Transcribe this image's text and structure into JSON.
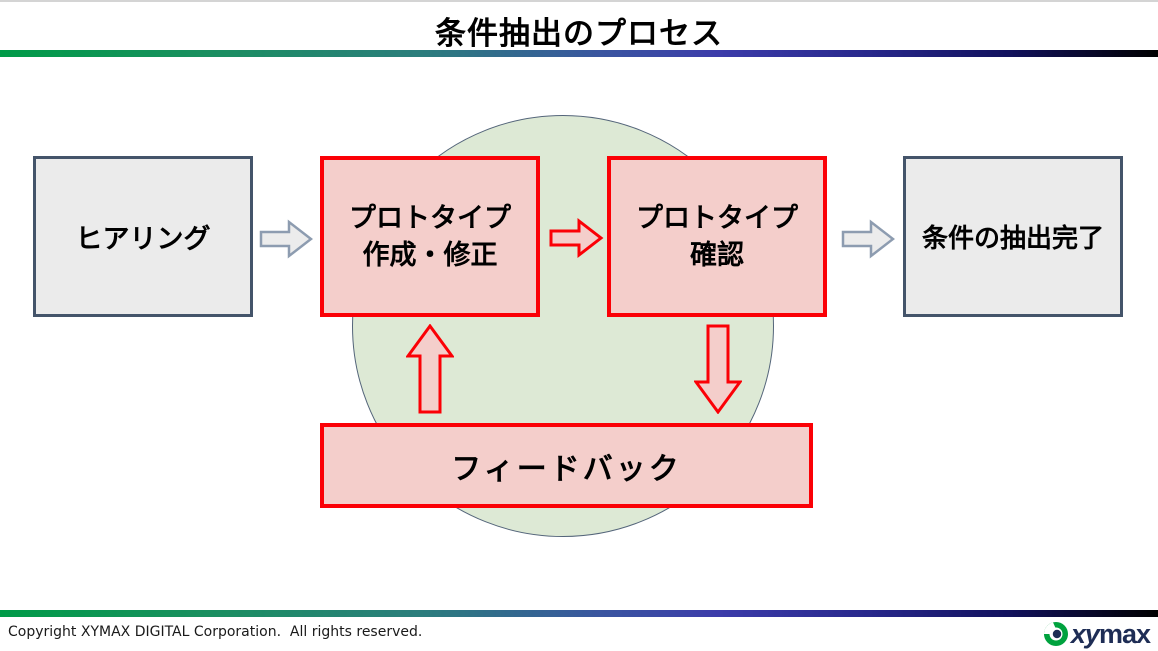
{
  "slide": {
    "title": "条件抽出のプロセス",
    "process": {
      "steps": [
        {
          "label": "ヒアリング",
          "style": "neutral"
        },
        {
          "line1": "プロトタイプ",
          "line2": "作成・修正",
          "style": "highlight"
        },
        {
          "line1": "プロトタイプ",
          "line2": "確認",
          "style": "highlight"
        },
        {
          "label": "条件の抽出完了",
          "style": "neutral"
        }
      ],
      "feedback_label": "フィードバック"
    },
    "footer": {
      "copyright": "Copyright XYMAX DIGITAL Corporation.  All rights reserved.",
      "logo": {
        "xy": "xy",
        "max": "max"
      }
    },
    "colors": {
      "accent_red": "#fb0006",
      "pink_fill": "#f4cecb",
      "gray_fill": "#ebebeb",
      "gray_box_border": "#44546a",
      "gray_arrow_border": "#8d9cb0",
      "circle_fill": "#dde9d5",
      "gradient_green": "#009b48",
      "gradient_indigo": "#3c3caa",
      "gradient_end": "#000000",
      "logo_green": "#00a23e",
      "logo_navy": "#1e2d55"
    }
  }
}
